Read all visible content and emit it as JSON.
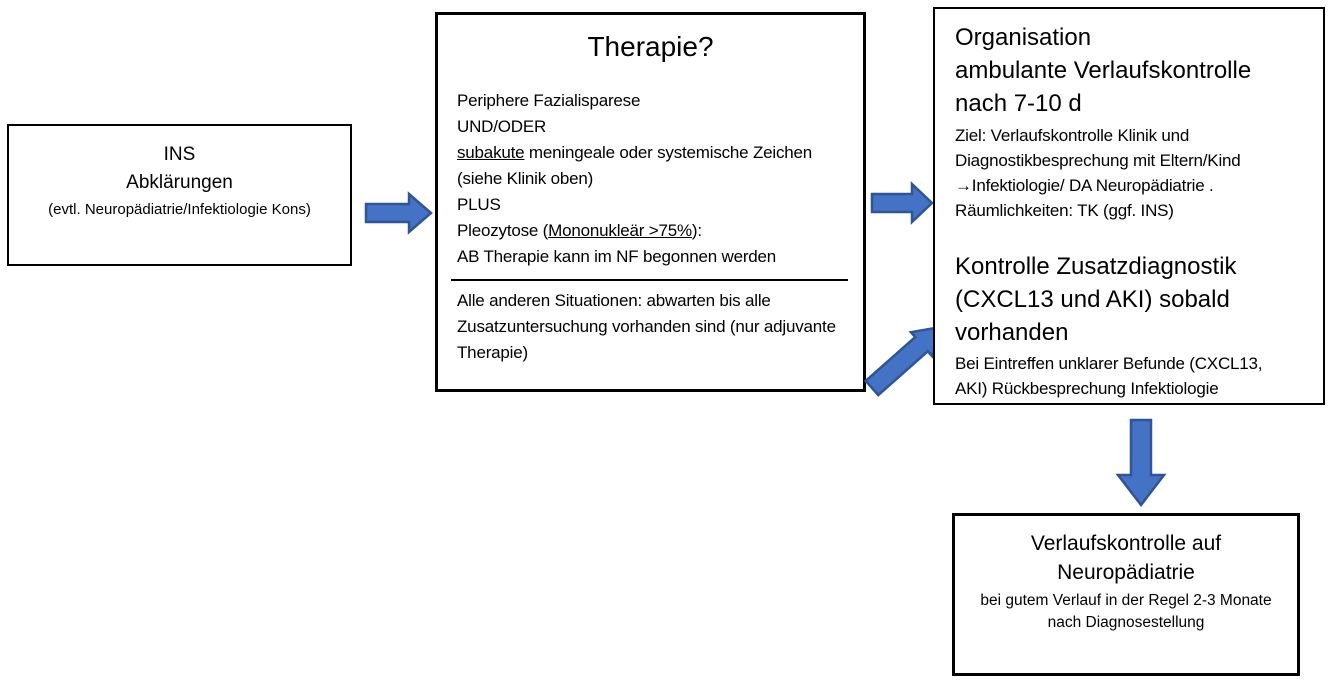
{
  "colors": {
    "background": "#FFFFFF",
    "box_border": "#000000",
    "arrow_fill": "#4472C4",
    "arrow_stroke": "#2E5596"
  },
  "arrows": {
    "ins_to_therapie": "right-arrow",
    "therapie_to_organisation": "right-arrow",
    "therapie_to_organisation_diagonal": "up-right-arrow",
    "organisation_to_verlaufskontrolle": "down-arrow"
  },
  "boxes": {
    "ins": {
      "title_line1": "INS",
      "title_line2": "Abklärungen",
      "subtitle": "(evtl. Neuropädiatrie/Infektiologie Kons)"
    },
    "therapie": {
      "title": "Therapie?",
      "lines": {
        "l1": "Periphere Fazialisparese",
        "l2": "UND/ODER",
        "l3_u": "subakute",
        "l3_rest": " meningeale oder systemische Zeichen",
        "l4": "(siehe Klinik oben)",
        "l5": "PLUS",
        "l6_pre": "Pleozytose (",
        "l6_u": "Mononukleär >75%",
        "l6_post": "):",
        "l7": "AB Therapie kann im NF begonnen werden"
      },
      "footer": "Alle anderen Situationen: abwarten bis alle Zusatzuntersuchung vorhanden sind (nur adjuvante Therapie)"
    },
    "organisation": {
      "heading_l1": "Organisation",
      "heading_l2": "ambulante Verlaufskontrolle",
      "heading_l3": "nach 7-10 d",
      "body1_l1": "Ziel: Verlaufskontrolle Klinik und",
      "body1_l2": "Diagnostikbesprechung mit Eltern/Kind",
      "body1_l3": "→Infektiologie/ DA Neuropädiatrie .",
      "body1_l4": "Räumlichkeiten: TK (ggf. INS)",
      "heading2_l1": "Kontrolle Zusatzdiagnostik",
      "heading2_l2": "(CXCL13 und AKI) sobald",
      "heading2_l3": "vorhanden",
      "body2_l1": "Bei Eintreffen unklarer Befunde (CXCL13,",
      "body2_l2": "AKI) Rückbesprechung Infektiologie"
    },
    "verlaufskontrolle": {
      "title_l1": "Verlaufskontrolle auf",
      "title_l2": "Neuropädiatrie",
      "body_l1": "bei gutem Verlauf in der Regel 2-3 Monate",
      "body_l2": "nach Diagnosestellung"
    }
  }
}
